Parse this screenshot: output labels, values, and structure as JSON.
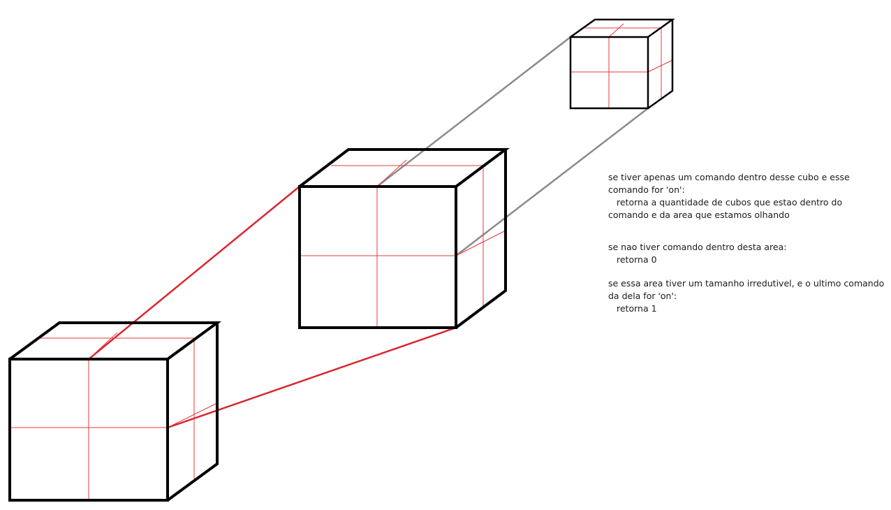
{
  "colors": {
    "cube_edge": "#000000",
    "grid": "#e5383b",
    "red_connector": "#d72630",
    "gray_connector": "#8a8a8a",
    "background": "#ffffff"
  },
  "notes": {
    "rule1_line1": "se tiver apenas um comando dentro desse cubo e esse",
    "rule1_line2": "comando for 'on':",
    "rule1_line3": "retorna a quantidade de cubos que estao dentro do",
    "rule1_line4": "comando e da area que estamos olhando",
    "rule2_line1": "se nao tiver comando dentro desta area:",
    "rule2_line2": "retorna 0",
    "rule3_line1": "se essa area tiver um tamanho irredutivel, e o ultimo comando",
    "rule3_line2": "da dela for 'on':",
    "rule3_line3": "retorna 1"
  }
}
